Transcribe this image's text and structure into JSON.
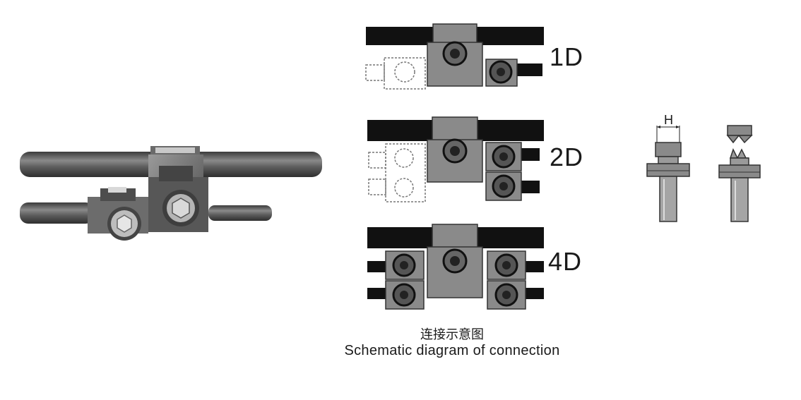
{
  "diagram": {
    "configurations": [
      {
        "id": "1d",
        "label": "1D"
      },
      {
        "id": "2d",
        "label": "2D"
      },
      {
        "id": "4d",
        "label": "4D"
      }
    ],
    "caption": {
      "chinese": "连接示意图",
      "english": "Schematic diagram of connection"
    },
    "dimension_label": "H",
    "colors": {
      "bar": "#111111",
      "body": "#8a8a8a",
      "body_dark": "#555555",
      "pipe": "#5a5a5a",
      "dash": "#777777"
    }
  }
}
